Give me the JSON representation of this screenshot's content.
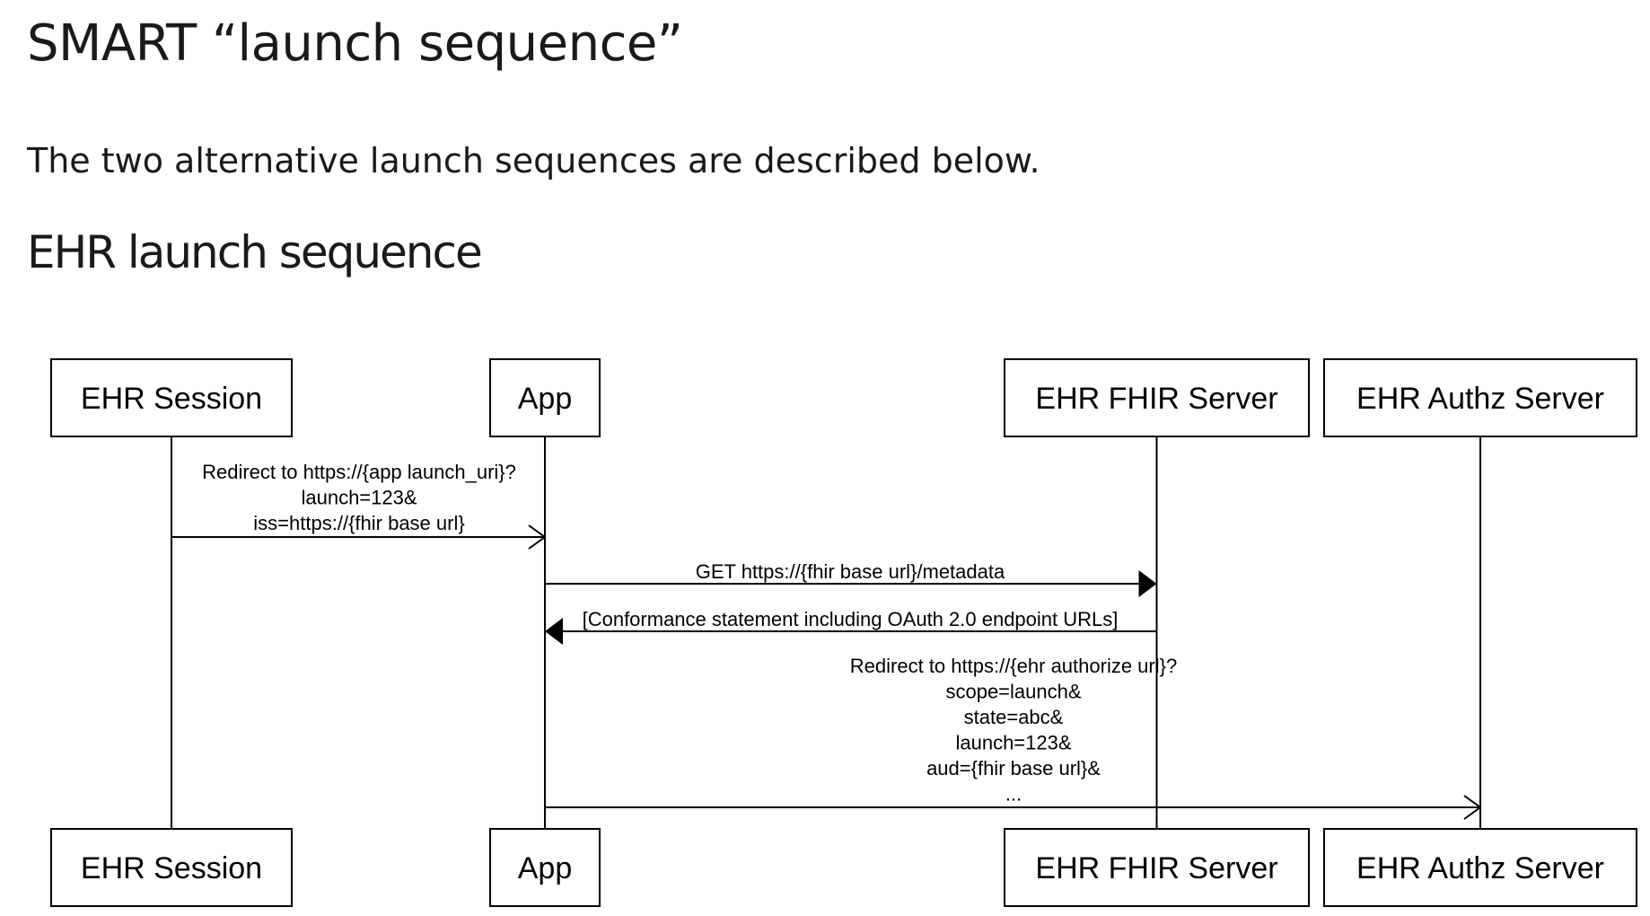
{
  "page": {
    "title": "SMART “launch sequence”",
    "intro": "The two alternative launch sequences are described below.",
    "section_title": "EHR launch sequence"
  },
  "diagram": {
    "actors": [
      {
        "id": "ehr_session",
        "label": "EHR Session"
      },
      {
        "id": "app",
        "label": "App"
      },
      {
        "id": "fhir",
        "label": "EHR FHIR Server"
      },
      {
        "id": "authz",
        "label": "EHR Authz Server"
      }
    ],
    "messages": [
      {
        "from": "ehr_session",
        "to": "app",
        "arrow": "open",
        "lines": [
          "Redirect to https://{app launch_uri}?",
          "launch=123&",
          "iss=https://{fhir base url}"
        ]
      },
      {
        "from": "app",
        "to": "fhir",
        "arrow": "filled",
        "lines": [
          "GET https://{fhir base url}/metadata"
        ]
      },
      {
        "from": "fhir",
        "to": "app",
        "arrow": "filled",
        "lines": [
          "[Conformance statement including OAuth 2.0 endpoint URLs]"
        ]
      },
      {
        "from": "app",
        "to": "authz",
        "arrow": "open",
        "lines": [
          "Redirect to https://{ehr authorize url}?",
          "scope=launch&",
          "state=abc&",
          "launch=123&",
          "aud={fhir base url}&",
          "..."
        ]
      }
    ]
  }
}
